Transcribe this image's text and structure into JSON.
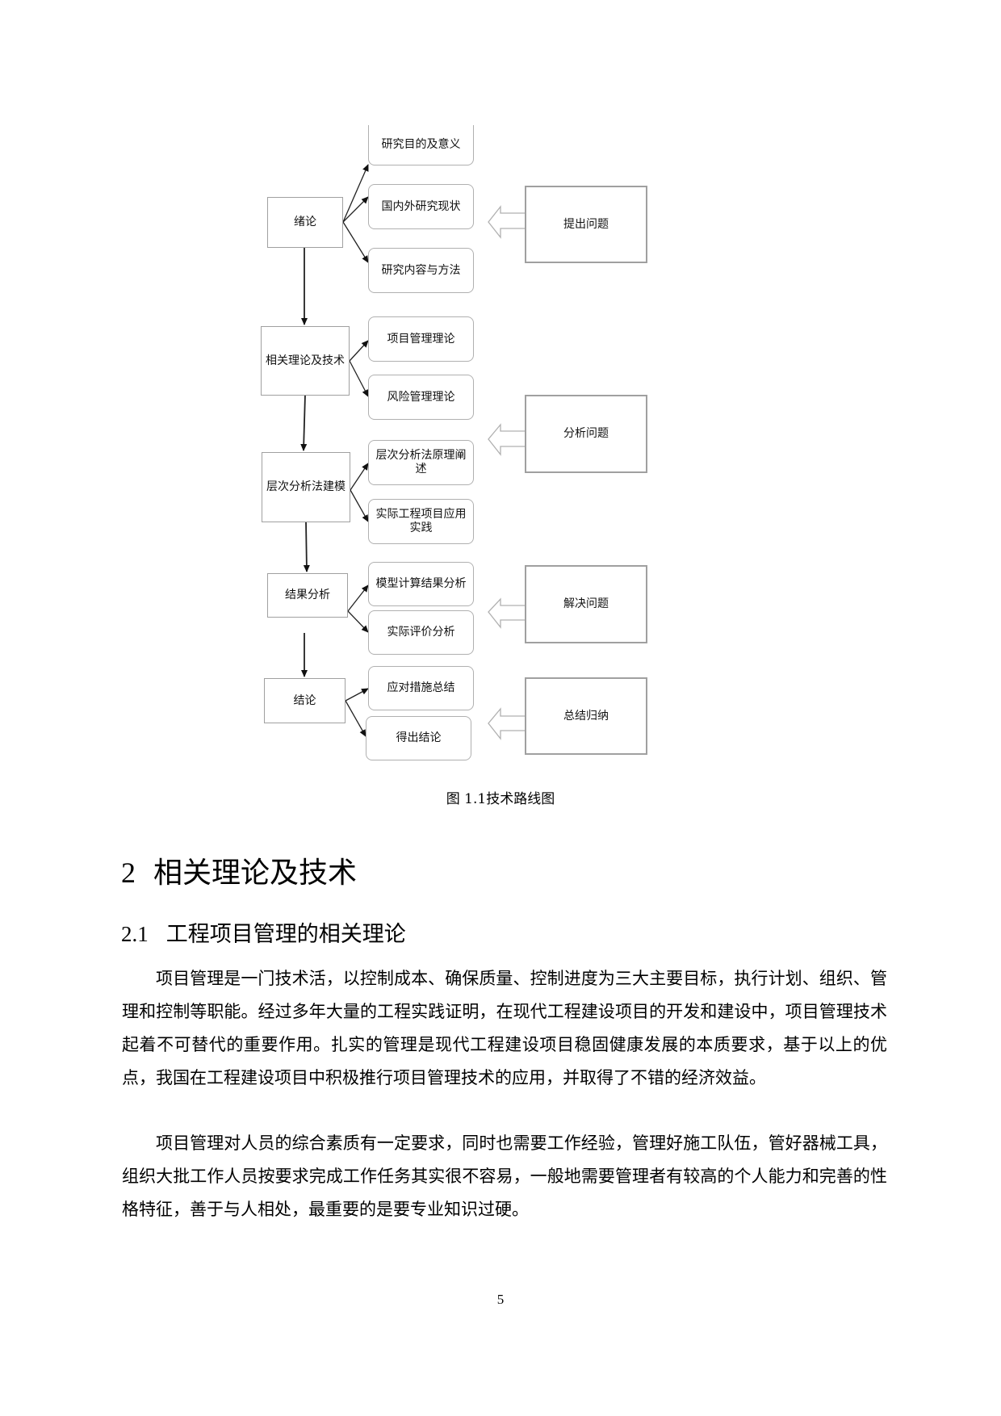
{
  "figure": {
    "stages": [
      {
        "label": "绪论",
        "details": [
          "研究目的及意义",
          "国内外研究现状",
          "研究内容与方法"
        ]
      },
      {
        "label": "相关理论及技术",
        "details": [
          "项目管理理论",
          "风险管理理论"
        ]
      },
      {
        "label": "层次分析法建模",
        "details": [
          "层次分析法原理阐述",
          "实际工程项目应用实践"
        ]
      },
      {
        "label": "结果分析",
        "details": [
          "模型计算结果分析",
          "实际评价分析"
        ]
      },
      {
        "label": "结论",
        "details": [
          "应对措施总结",
          "得出结论"
        ]
      }
    ],
    "phases": [
      "提出问题",
      "分析问题",
      "解决问题",
      "总结归纳"
    ],
    "caption": "图  1.1技术路线图"
  },
  "chapter": {
    "number": "2",
    "title": "相关理论及技术"
  },
  "section": {
    "number": "2.1",
    "title": "工程项目管理的相关理论"
  },
  "paragraphs": [
    "项目管理是一门技术活，以控制成本、确保质量、控制进度为三大主要目标，执行计划、组织、管理和控制等职能。经过多年大量的工程实践证明，在现代工程建设项目的开发和建设中，项目管理技术起着不可替代的重要作用。扎实的管理是现代工程建设项目稳固健康发展的本质要求，基于以上的优点，我国在工程建设项目中积极推行项目管理技术的应用，并取得了不错的经济效益。",
    "项目管理对人员的综合素质有一定要求，同时也需要工作经验，管理好施工队伍，管好器械工具，组织大批工作人员按要求完成工作任务其实很不容易，一般地需要管理者有较高的个人能力和完善的性格特征，善于与人相处，最重要的是要专业知识过硬。"
  ],
  "page_number": "5"
}
